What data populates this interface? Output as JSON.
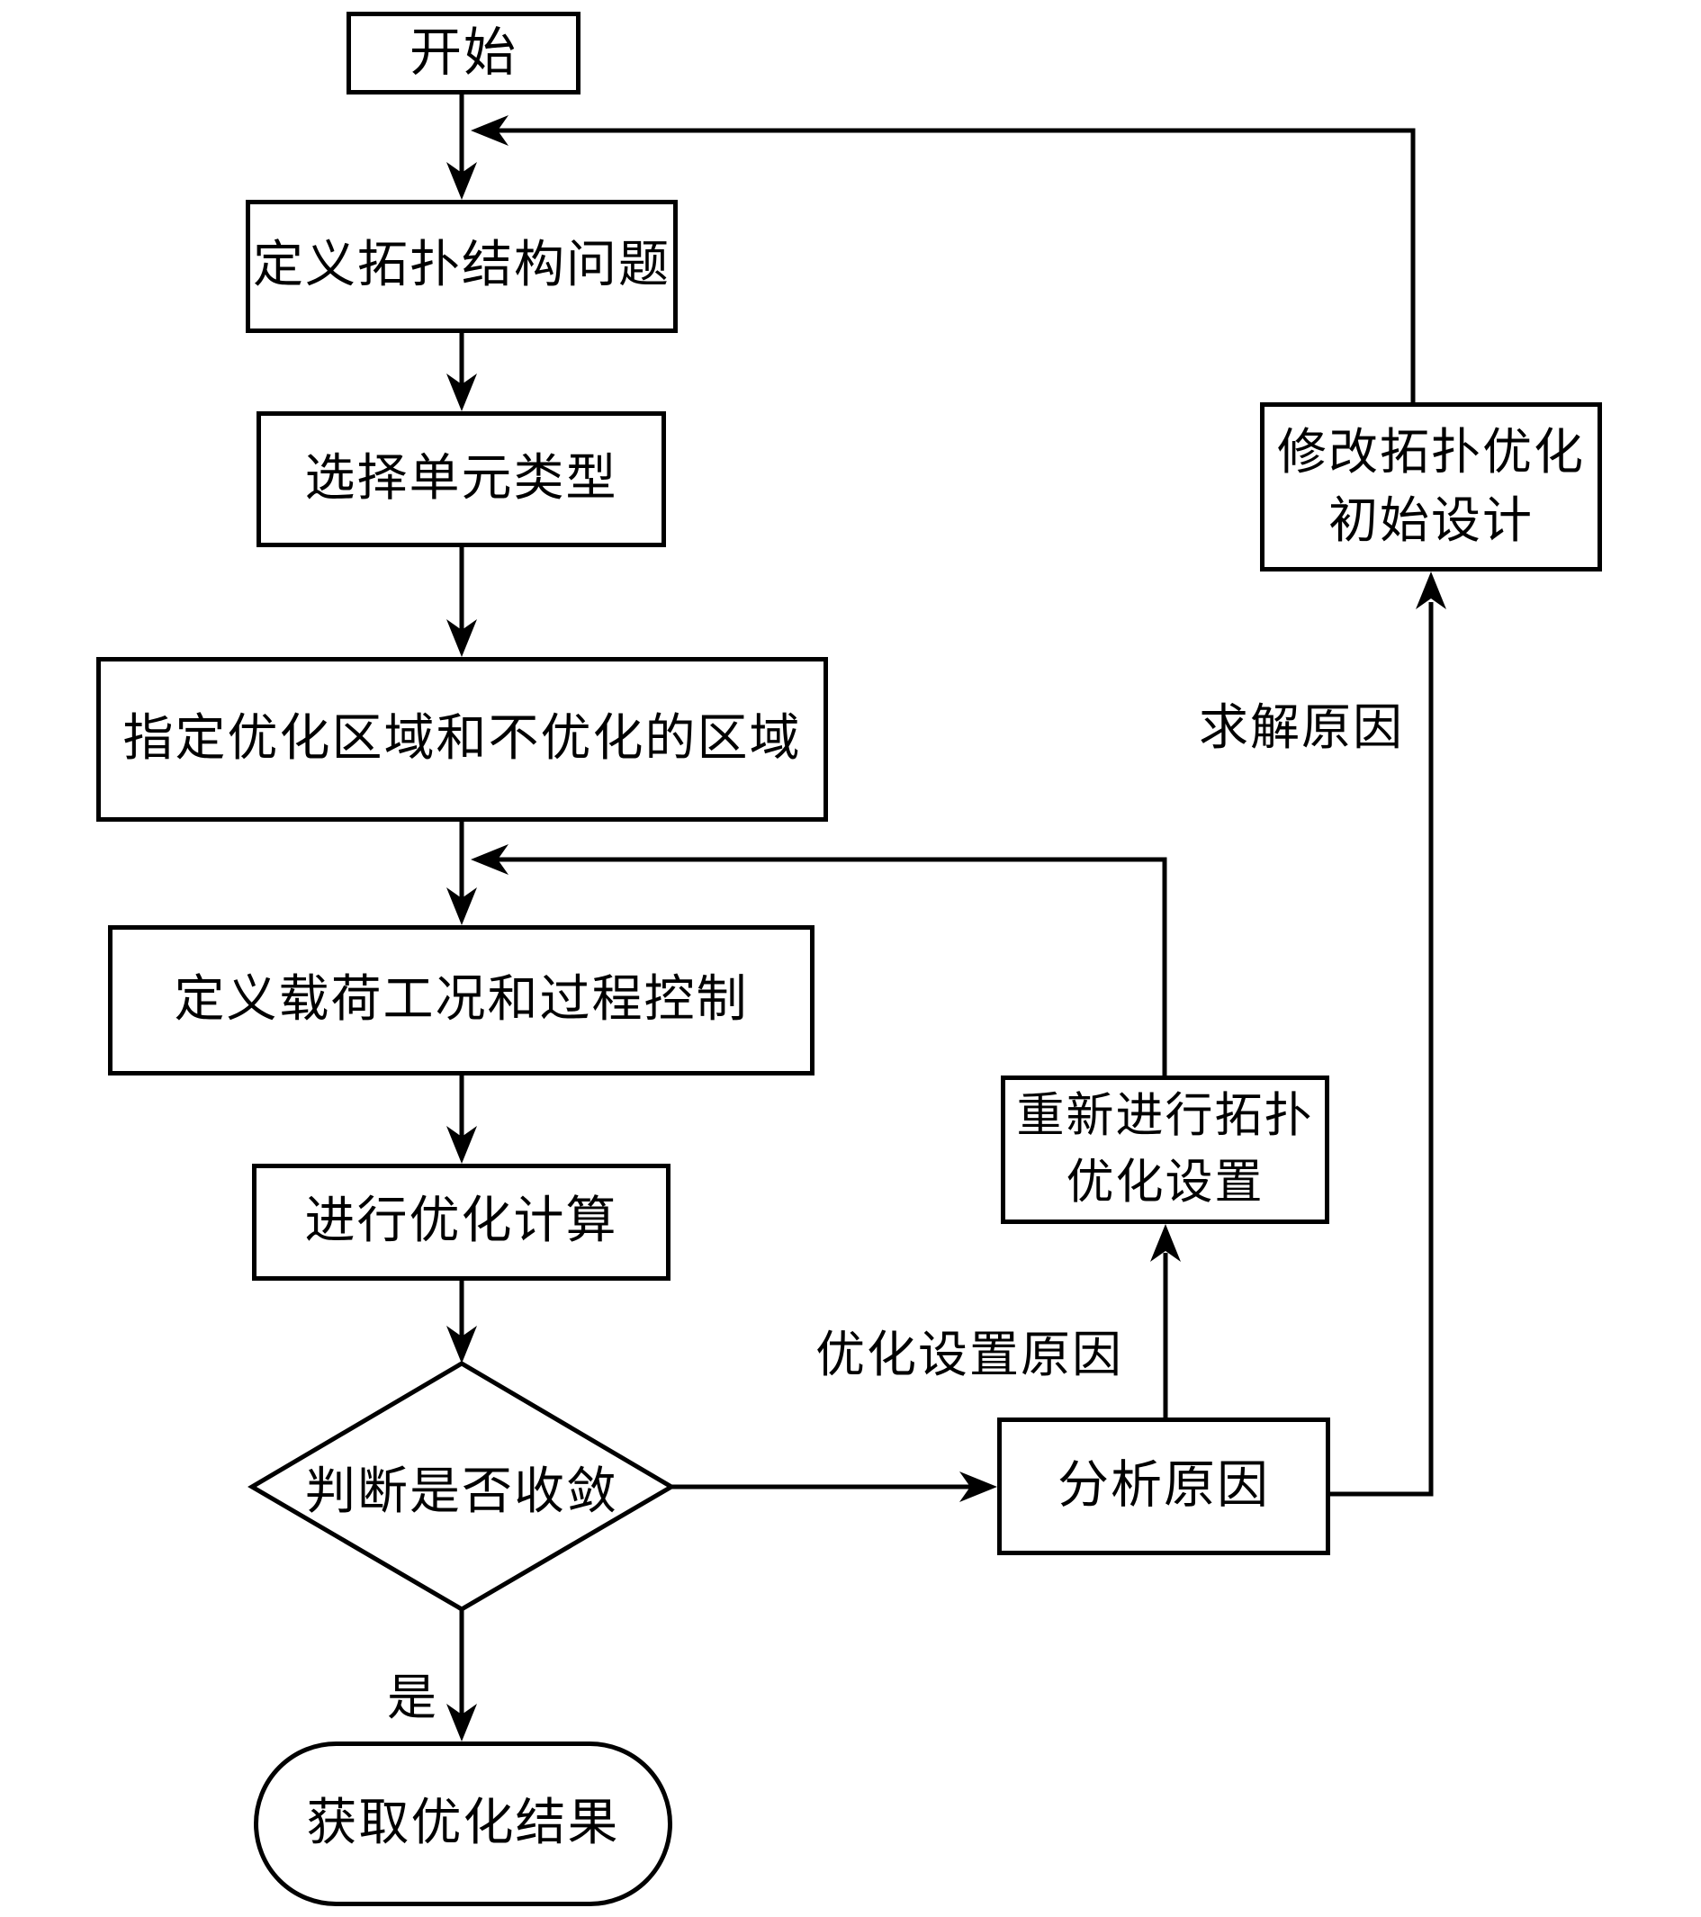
{
  "flowchart": {
    "colors": {
      "line": "#000000",
      "background": "#ffffff"
    },
    "nodes": {
      "start": "开始",
      "define_problem": "定义拓扑结构问题",
      "select_element_type": "选择单元类型",
      "specify_regions": "指定优化区域和不优化的区域",
      "define_load_cases": "定义载荷工况和过程控制",
      "run_optimization": "进行优化计算",
      "convergence_check": "判断是否收敛",
      "get_results": "获取优化结果",
      "analyze_cause": "分析原因",
      "redo_settings_line1": "重新进行拓扑",
      "redo_settings_line2": "优化设置",
      "modify_design_line1": "修改拓扑优化",
      "modify_design_line2": "初始设计"
    },
    "edge_labels": {
      "yes": "是",
      "setting_cause": "优化设置原因",
      "solver_cause": "求解原因"
    }
  }
}
